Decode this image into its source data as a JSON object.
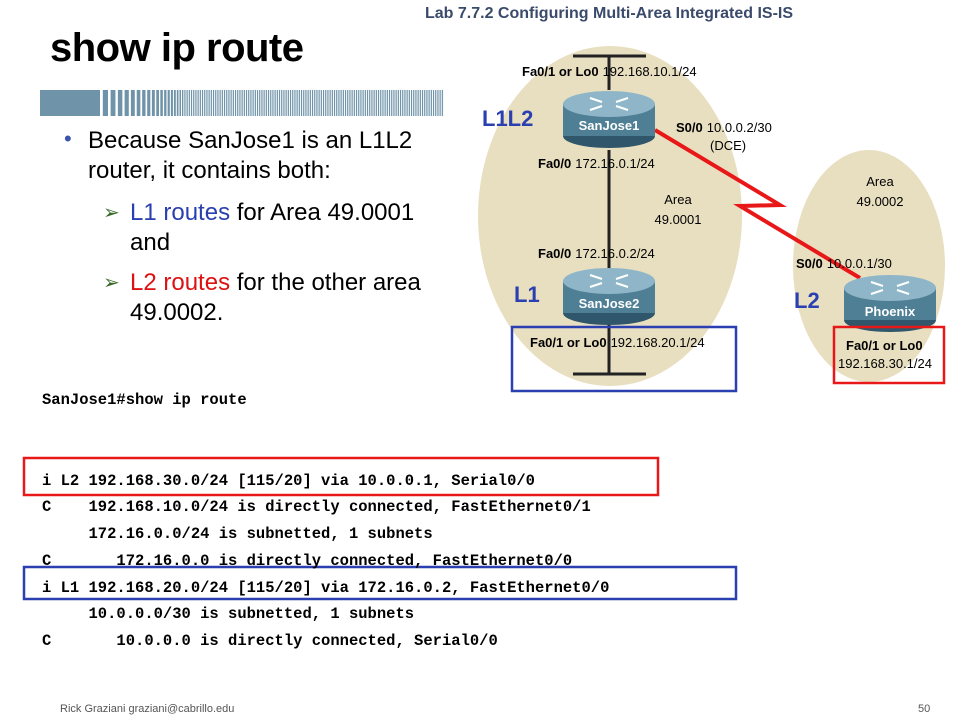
{
  "lab_title": "Lab 7.7.2 Configuring Multi-Area Integrated IS-IS",
  "slide_title": "show ip route",
  "bullet": {
    "text": "Because SanJose1 is an L1L2 router, it contains both:",
    "sub1_highlight": "L1 routes",
    "sub1_rest": " for Area 49.0001 and",
    "sub2_highlight": "L2 routes",
    "sub2_rest": " for the other area 49.0002."
  },
  "command": "SanJose1#show ip route",
  "routes": [
    "i L2 192.168.30.0/24 [115/20] via 10.0.0.1, Serial0/0",
    "C    192.168.10.0/24 is directly connected, FastEthernet0/1",
    "     172.16.0.0/24 is subnetted, 1 subnets",
    "C       172.16.0.0 is directly connected, FastEthernet0/0",
    "i L1 192.168.20.0/24 [115/20] via 172.16.0.2, FastEthernet0/0",
    "     10.0.0.0/30 is subnetted, 1 subnets",
    "C       10.0.0.0 is directly connected, Serial0/0"
  ],
  "diagram": {
    "levels": {
      "l1l2": "L1L2",
      "l1": "L1",
      "l2": "L2"
    },
    "areas": {
      "a1_line1": "Area",
      "a1_line2": "49.0001",
      "a2_line1": "Area",
      "a2_line2": "49.0002"
    },
    "routers": {
      "r1": "SanJose1",
      "r2": "SanJose2",
      "r3": "Phoenix"
    },
    "interfaces": {
      "sj1_fa01_label": "Fa0/1 or Lo0",
      "sj1_fa01_ip": "192.168.10.1/24",
      "sj1_s00_label": "S0/0",
      "sj1_s00_ip": "10.0.0.2/30",
      "sj1_dce": "(DCE)",
      "sj1_fa00_label": "Fa0/0",
      "sj1_fa00_ip": "172.16.0.1/24",
      "sj2_fa00_label": "Fa0/0",
      "sj2_fa00_ip": "172.16.0.2/24",
      "sj2_fa01_label": "Fa0/1 or Lo0",
      "sj2_fa01_ip": "192.168.20.1/24",
      "ph_s00_label": "S0/0",
      "ph_s00_ip": "10.0.0.1/30",
      "ph_fa01_label": "Fa0/1 or Lo0",
      "ph_fa01_ip": "192.168.30.1/24"
    }
  },
  "footer": {
    "author": "Rick Graziani  graziani@cabrillo.edu",
    "page": "50"
  },
  "colors": {
    "blue": "#2a3fb0",
    "red": "#dd1111",
    "area_fill": "#e8dfc0",
    "router_fill": "#4f7f95"
  }
}
